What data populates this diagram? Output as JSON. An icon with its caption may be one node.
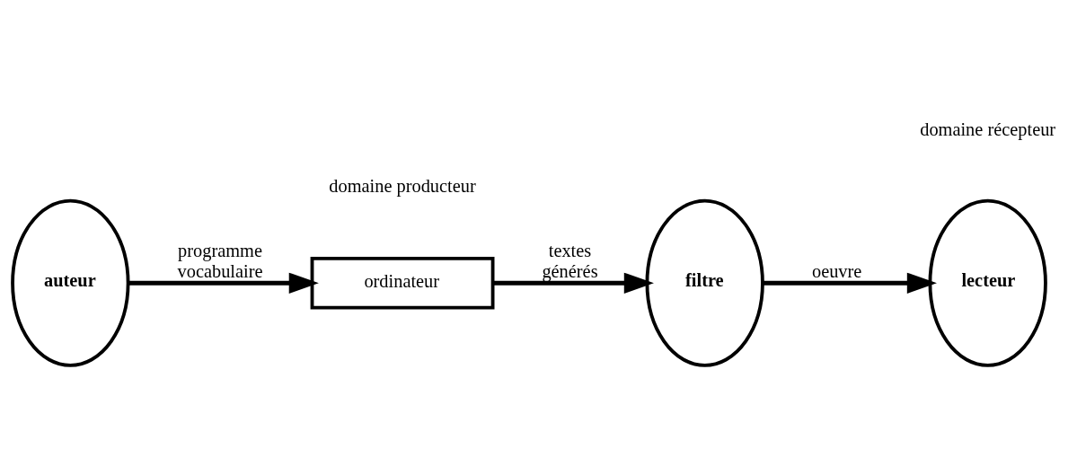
{
  "diagram": {
    "nodes": [
      {
        "text": [
          "auteur"
        ]
      },
      {
        "text": [
          "ordinateur"
        ]
      },
      {
        "text": [
          "filtre"
        ]
      },
      {
        "text": [
          "lecteur"
        ]
      }
    ],
    "edges": [
      {
        "from": 0,
        "to": 1,
        "arrow": "to",
        "label": "programme vocabulaire"
      },
      {
        "from": 1,
        "to": 2,
        "arrow": "to",
        "label": "textes générés"
      },
      {
        "from": 2,
        "to": 3,
        "arrow": "to",
        "label": "oeuvre"
      }
    ],
    "labels": [
      "domaine producteur",
      "domaine récepteur"
    ]
  }
}
